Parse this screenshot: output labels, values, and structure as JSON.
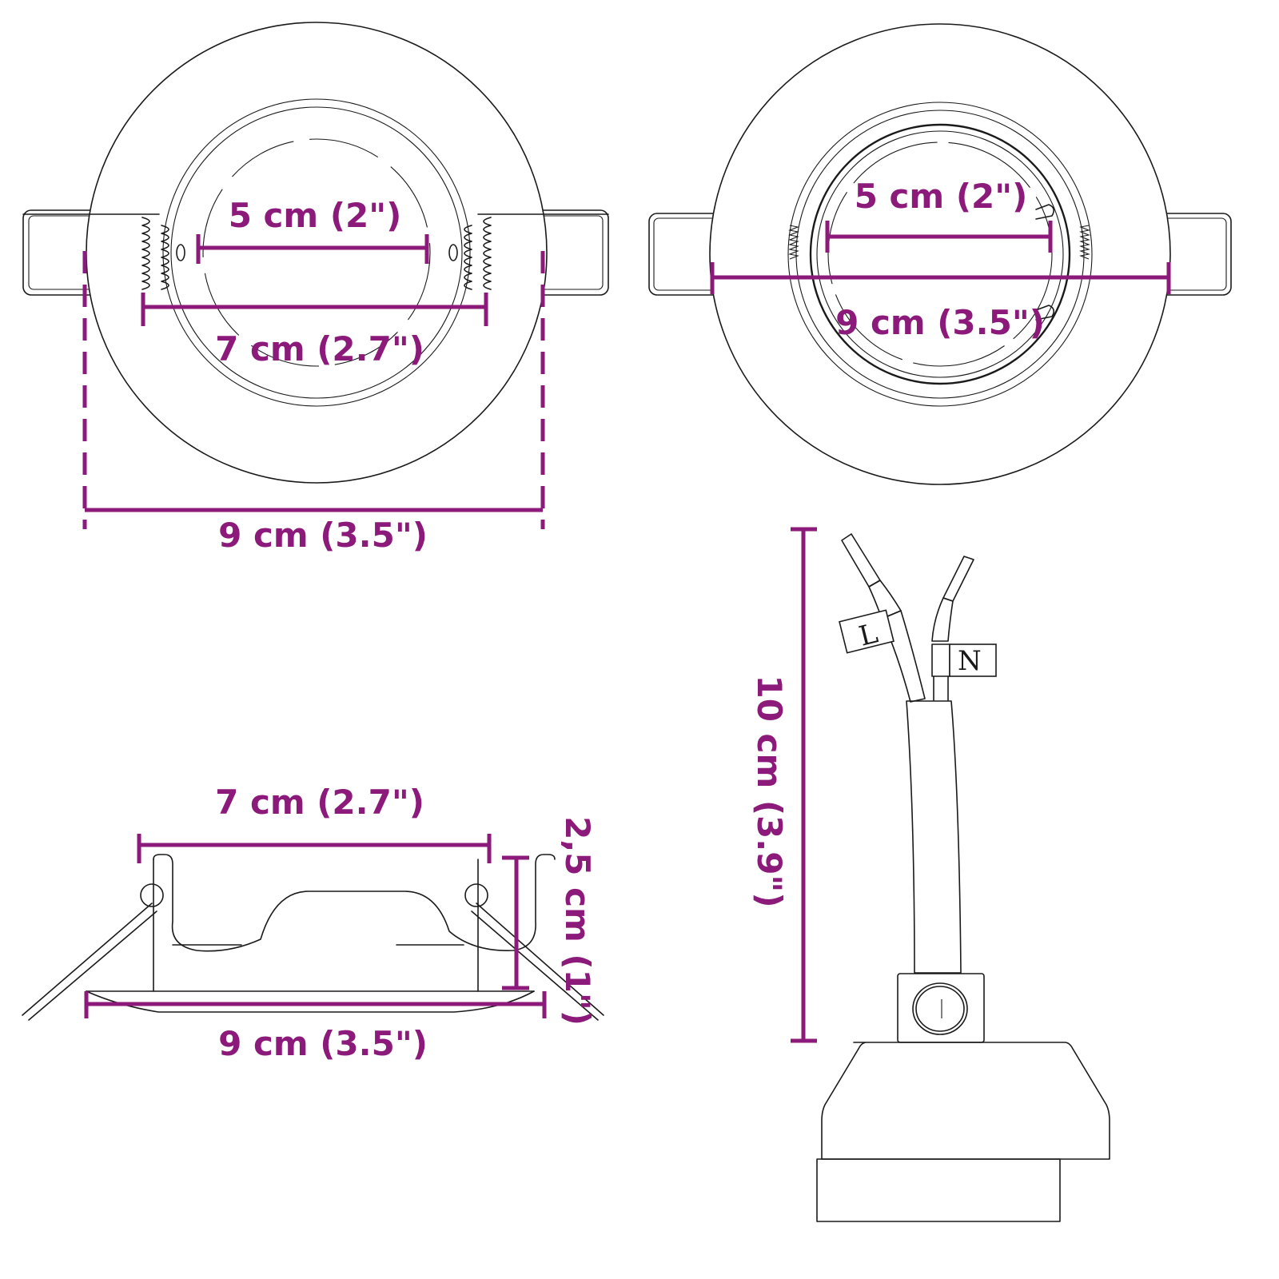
{
  "diagram": {
    "type": "product dimension drawing (recessed spotlight frame)",
    "colors": {
      "dimension": "#8b1a7a",
      "line_art": "#1a1a1a",
      "background": "#ffffff"
    },
    "views": {
      "top_left_front": {
        "inner_diameter_label": "5 cm (2\")",
        "cutout_label": "7 cm (2.7\")",
        "outer_diameter_label": "9 cm (3.5\")"
      },
      "top_right_front": {
        "inner_diameter_label": "5 cm (2\")",
        "outer_diameter_label": "9 cm (3.5\")"
      },
      "bottom_left_side": {
        "cutout_label": "7 cm (2.7\")",
        "outer_diameter_label": "9 cm (3.5\")",
        "height_label": "2,5 cm (1\")"
      },
      "bottom_right_socket": {
        "cable_length_label": "10 cm (3.9\")",
        "wire_labels": [
          "L",
          "N"
        ]
      }
    }
  }
}
